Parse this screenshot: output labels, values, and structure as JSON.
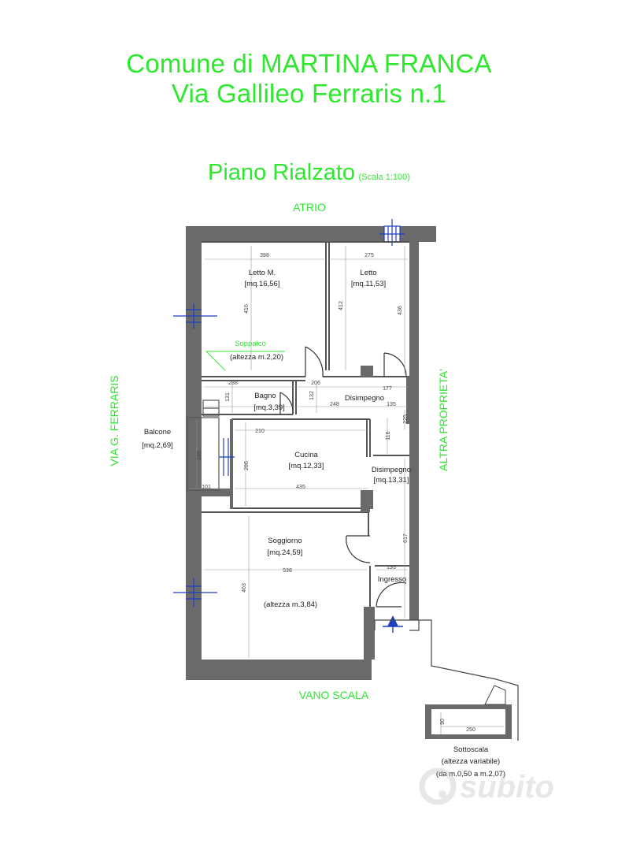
{
  "header": {
    "line1": "Comune di MARTINA FRANCA",
    "line2": "Via Gallileo Ferraris n.1",
    "plan_title": "Piano Rialzato",
    "scale": "(Scala 1:100)"
  },
  "surroundings": {
    "top": "ATRIO",
    "left": "VIA G. FERRARIS",
    "right": "ALTRA PROPRIETA'",
    "bottom": "VANO SCALA"
  },
  "rooms": {
    "letto_m": {
      "name": "Letto M.",
      "area": "[mq.16,56]"
    },
    "letto": {
      "name": "Letto",
      "area": "[mq.11,53]"
    },
    "soppalco": {
      "name": "Soppalco",
      "height": "(altezza m.2,20)"
    },
    "bagno": {
      "name": "Bagno",
      "area": "[mq.3,39]"
    },
    "disimpegno1": {
      "name": "Disimpegno"
    },
    "balcone": {
      "name": "Balcone",
      "area": "[mq.2,69]"
    },
    "cucina": {
      "name": "Cucina",
      "area": "[mq.12,33]"
    },
    "disimpegno2": {
      "name": "Disimpegno",
      "area": "[mq.13,31]"
    },
    "soggiorno": {
      "name": "Soggiorno",
      "area": "[mq.24,59]",
      "height": "(altezza m.3,84)"
    },
    "ingresso": {
      "name": "Ingresso"
    },
    "sottoscala": {
      "name": "Sottoscala",
      "height": "(altezza variabile)",
      "range": "(da m.0,50 a m.2,07)"
    }
  },
  "dimensions": {
    "d398": "398",
    "d275": "275",
    "d416": "416",
    "d412": "412",
    "d436": "436",
    "d288": "288",
    "d206": "206",
    "d177": "177",
    "d131": "131",
    "d132": "132",
    "d248": "248",
    "d135a": "135",
    "d225": "225",
    "d210": "210",
    "d116": "116",
    "d286": "286",
    "d435": "435",
    "d101": "101",
    "d295": "295",
    "d617": "617",
    "d538": "538",
    "d135b": "135",
    "d463": "463",
    "d90": "90",
    "d250": "250"
  },
  "watermark": "subito"
}
